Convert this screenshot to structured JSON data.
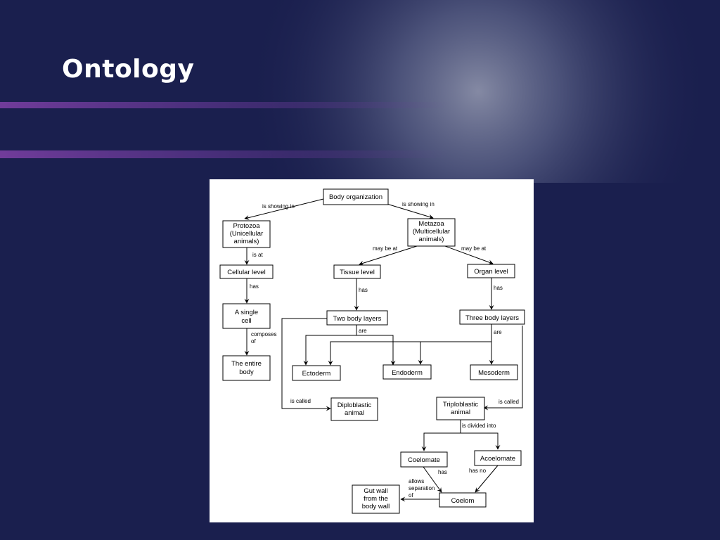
{
  "slide": {
    "title": "Ontology"
  },
  "diagram": {
    "nodes": {
      "body_organization": [
        "Body organization"
      ],
      "protozoa": [
        "Protozoa",
        "(Unicellular",
        "animals)"
      ],
      "metazoa": [
        "Metazoa",
        "(Multicellular",
        "animals)"
      ],
      "cellular_level": [
        "Cellular level"
      ],
      "tissue_level": [
        "Tissue level"
      ],
      "organ_level": [
        "Organ level"
      ],
      "single_cell": [
        "A single",
        "cell"
      ],
      "two_body_layers": [
        "Two body layers"
      ],
      "three_body_layers": [
        "Three body layers"
      ],
      "entire_body": [
        "The entire",
        "body"
      ],
      "ectoderm": [
        "Ectoderm"
      ],
      "endoderm": [
        "Endoderm"
      ],
      "mesoderm": [
        "Mesoderm"
      ],
      "diploblastic": [
        "Diploblastic",
        "animal"
      ],
      "triploblastic": [
        "Triploblastic",
        "animal"
      ],
      "coelomate": [
        "Coelomate"
      ],
      "acoelomate": [
        "Acoelomate"
      ],
      "coelom": [
        "Coelom"
      ],
      "gut_wall": [
        "Gut wall",
        "from the",
        "body wall"
      ]
    },
    "edge_labels": {
      "is_showing_in_left": [
        "is showing in"
      ],
      "is_showing_in_right": [
        "is showing in"
      ],
      "may_be_at_left": [
        "may be at"
      ],
      "may_be_at_right": [
        "may be at"
      ],
      "is_at": [
        "is at"
      ],
      "has_cellular": [
        "has"
      ],
      "has_tissue": [
        "has"
      ],
      "has_organ": [
        "has"
      ],
      "composes_of": [
        "composes",
        "of"
      ],
      "are_two": [
        "are"
      ],
      "are_three": [
        "are"
      ],
      "is_called_left": [
        "is called"
      ],
      "is_called_right": [
        "is called"
      ],
      "is_divided_into": [
        "is divided into"
      ],
      "has_coelomate": [
        "has"
      ],
      "has_no": [
        "has no"
      ],
      "allows_separation_of": [
        "allows",
        "separation",
        "of"
      ]
    }
  }
}
